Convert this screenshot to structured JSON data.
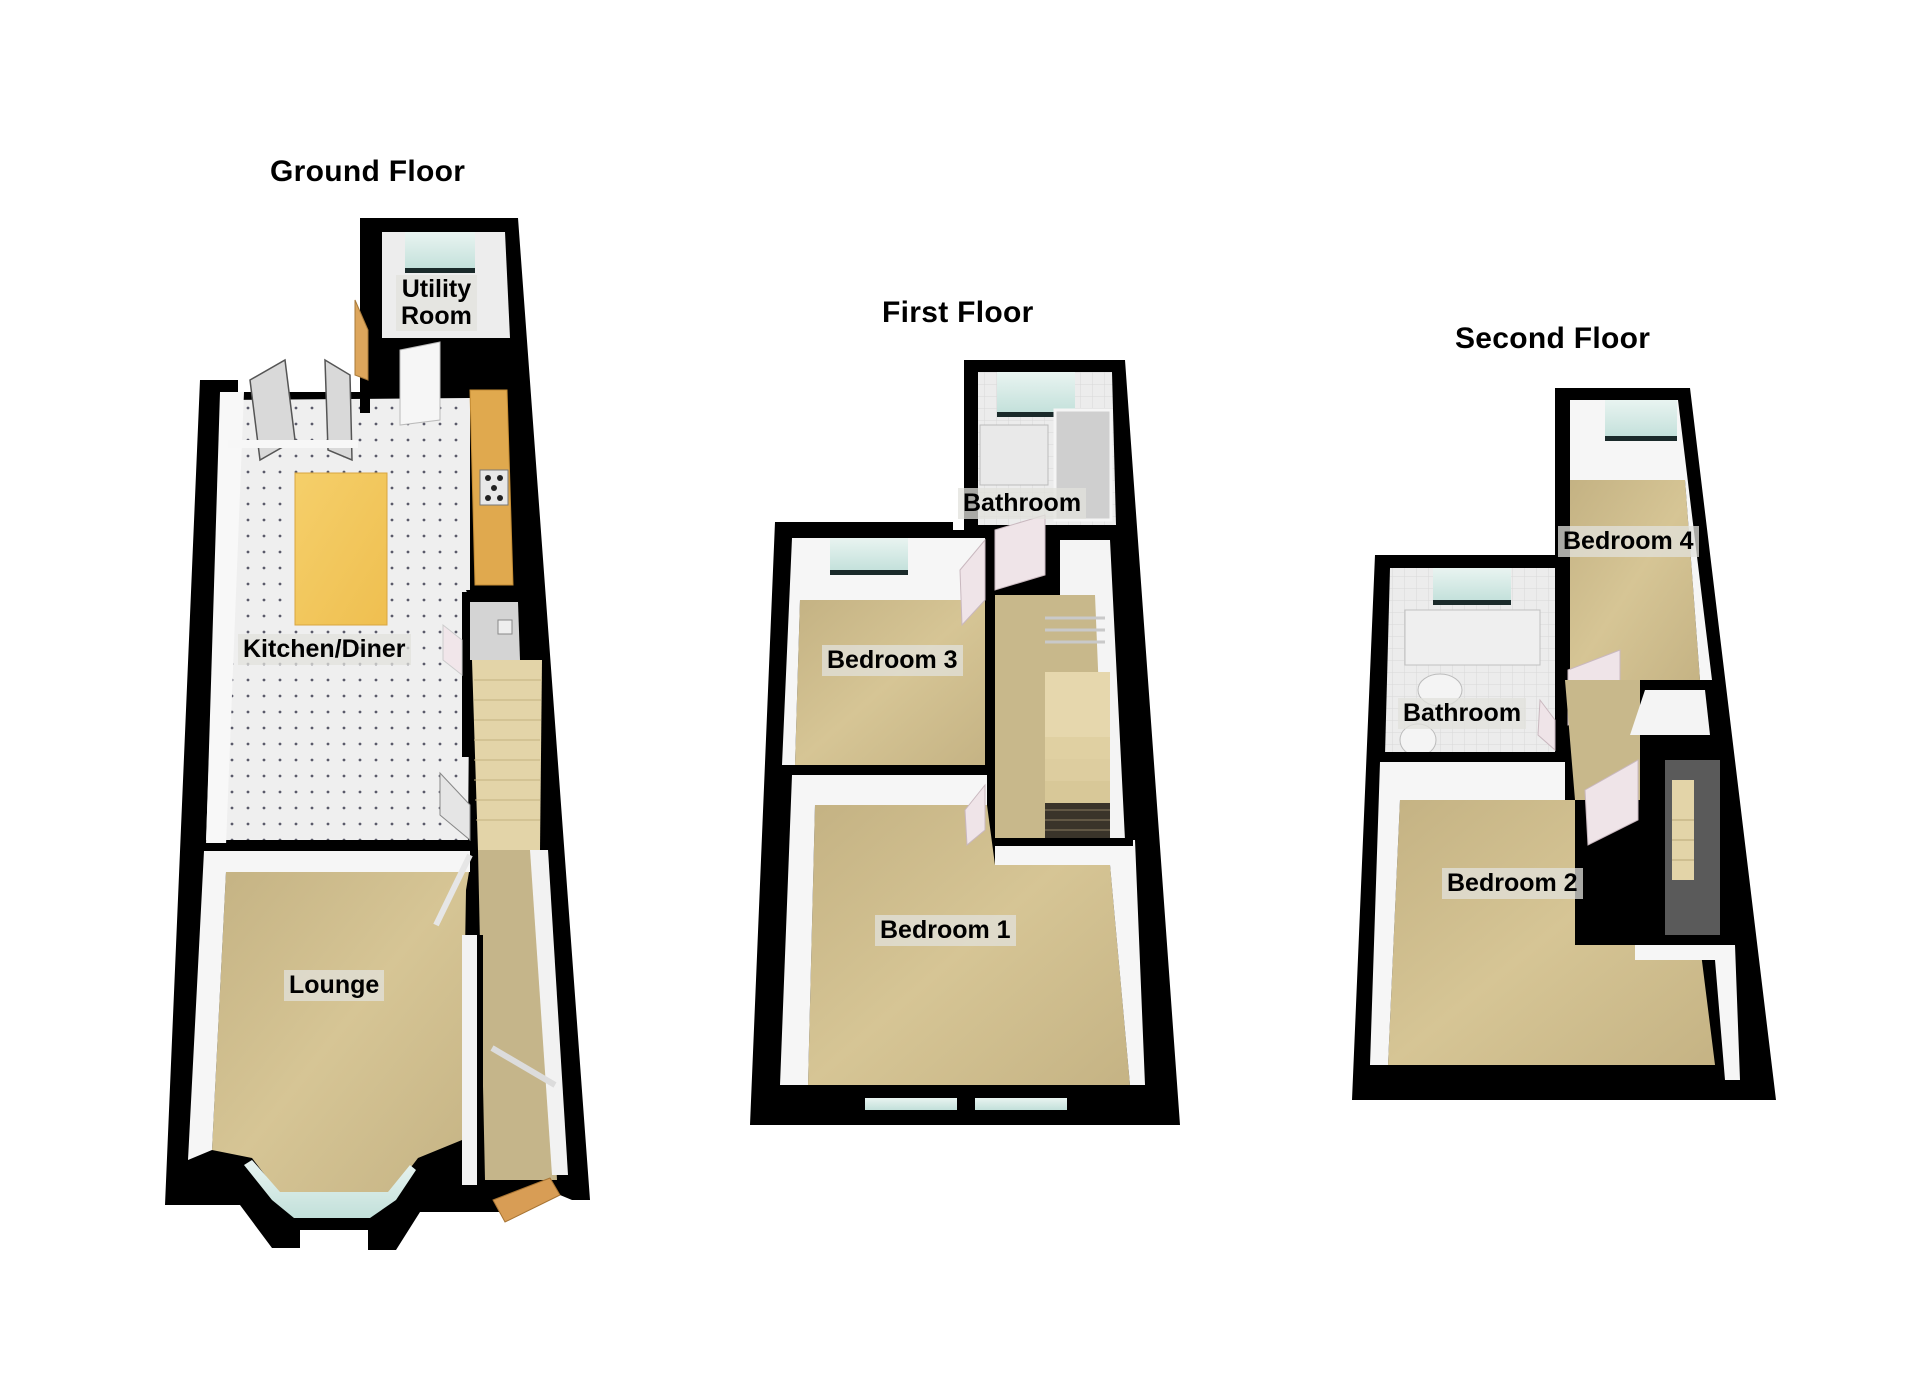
{
  "floors": [
    {
      "id": "ground",
      "title": "Ground Floor",
      "rooms": [
        {
          "name": "Utility Room",
          "lines": [
            "Utility",
            "Room"
          ],
          "floor_type": "tile"
        },
        {
          "name": "Kitchen/Diner",
          "lines": [
            "Kitchen/Diner"
          ],
          "floor_type": "dotted-tile"
        },
        {
          "name": "Lounge",
          "lines": [
            "Lounge"
          ],
          "floor_type": "carpet"
        }
      ],
      "features": [
        "french-doors",
        "back-door",
        "kitchen-island",
        "worktop-with-hob",
        "wc-cupboard",
        "staircase",
        "bay-window",
        "front-door",
        "hallway"
      ]
    },
    {
      "id": "first",
      "title": "First Floor",
      "rooms": [
        {
          "name": "Bathroom",
          "lines": [
            "Bathroom"
          ],
          "floor_type": "tile"
        },
        {
          "name": "Bedroom 3",
          "lines": [
            "Bedroom 3"
          ],
          "floor_type": "carpet"
        },
        {
          "name": "Bedroom 1",
          "lines": [
            "Bedroom 1"
          ],
          "floor_type": "carpet"
        }
      ],
      "features": [
        "bath",
        "shower-cubicle",
        "landing",
        "staircase",
        "radiator",
        "double-window"
      ]
    },
    {
      "id": "second",
      "title": "Second Floor",
      "rooms": [
        {
          "name": "Bedroom 4",
          "lines": [
            "Bedroom 4"
          ],
          "floor_type": "carpet"
        },
        {
          "name": "Bathroom",
          "lines": [
            "Bathroom"
          ],
          "floor_type": "tile"
        },
        {
          "name": "Bedroom 2",
          "lines": [
            "Bedroom 2"
          ],
          "floor_type": "carpet"
        }
      ],
      "features": [
        "bath",
        "toilet",
        "basin",
        "landing",
        "staircase"
      ]
    }
  ],
  "colors": {
    "wall": "#000000",
    "wall_inner": "#f4f4f4",
    "carpet": "#c9b98a",
    "carpet_light": "#d8c89a",
    "tile_floor": "#efefef",
    "wood": "#d9a55a",
    "worktop": "#e0a94e",
    "table": "#f1c860",
    "window_glass": "#cfe8e4",
    "door": "#f2e6ea",
    "stair": "#e2d3a6",
    "background": "#ffffff"
  }
}
